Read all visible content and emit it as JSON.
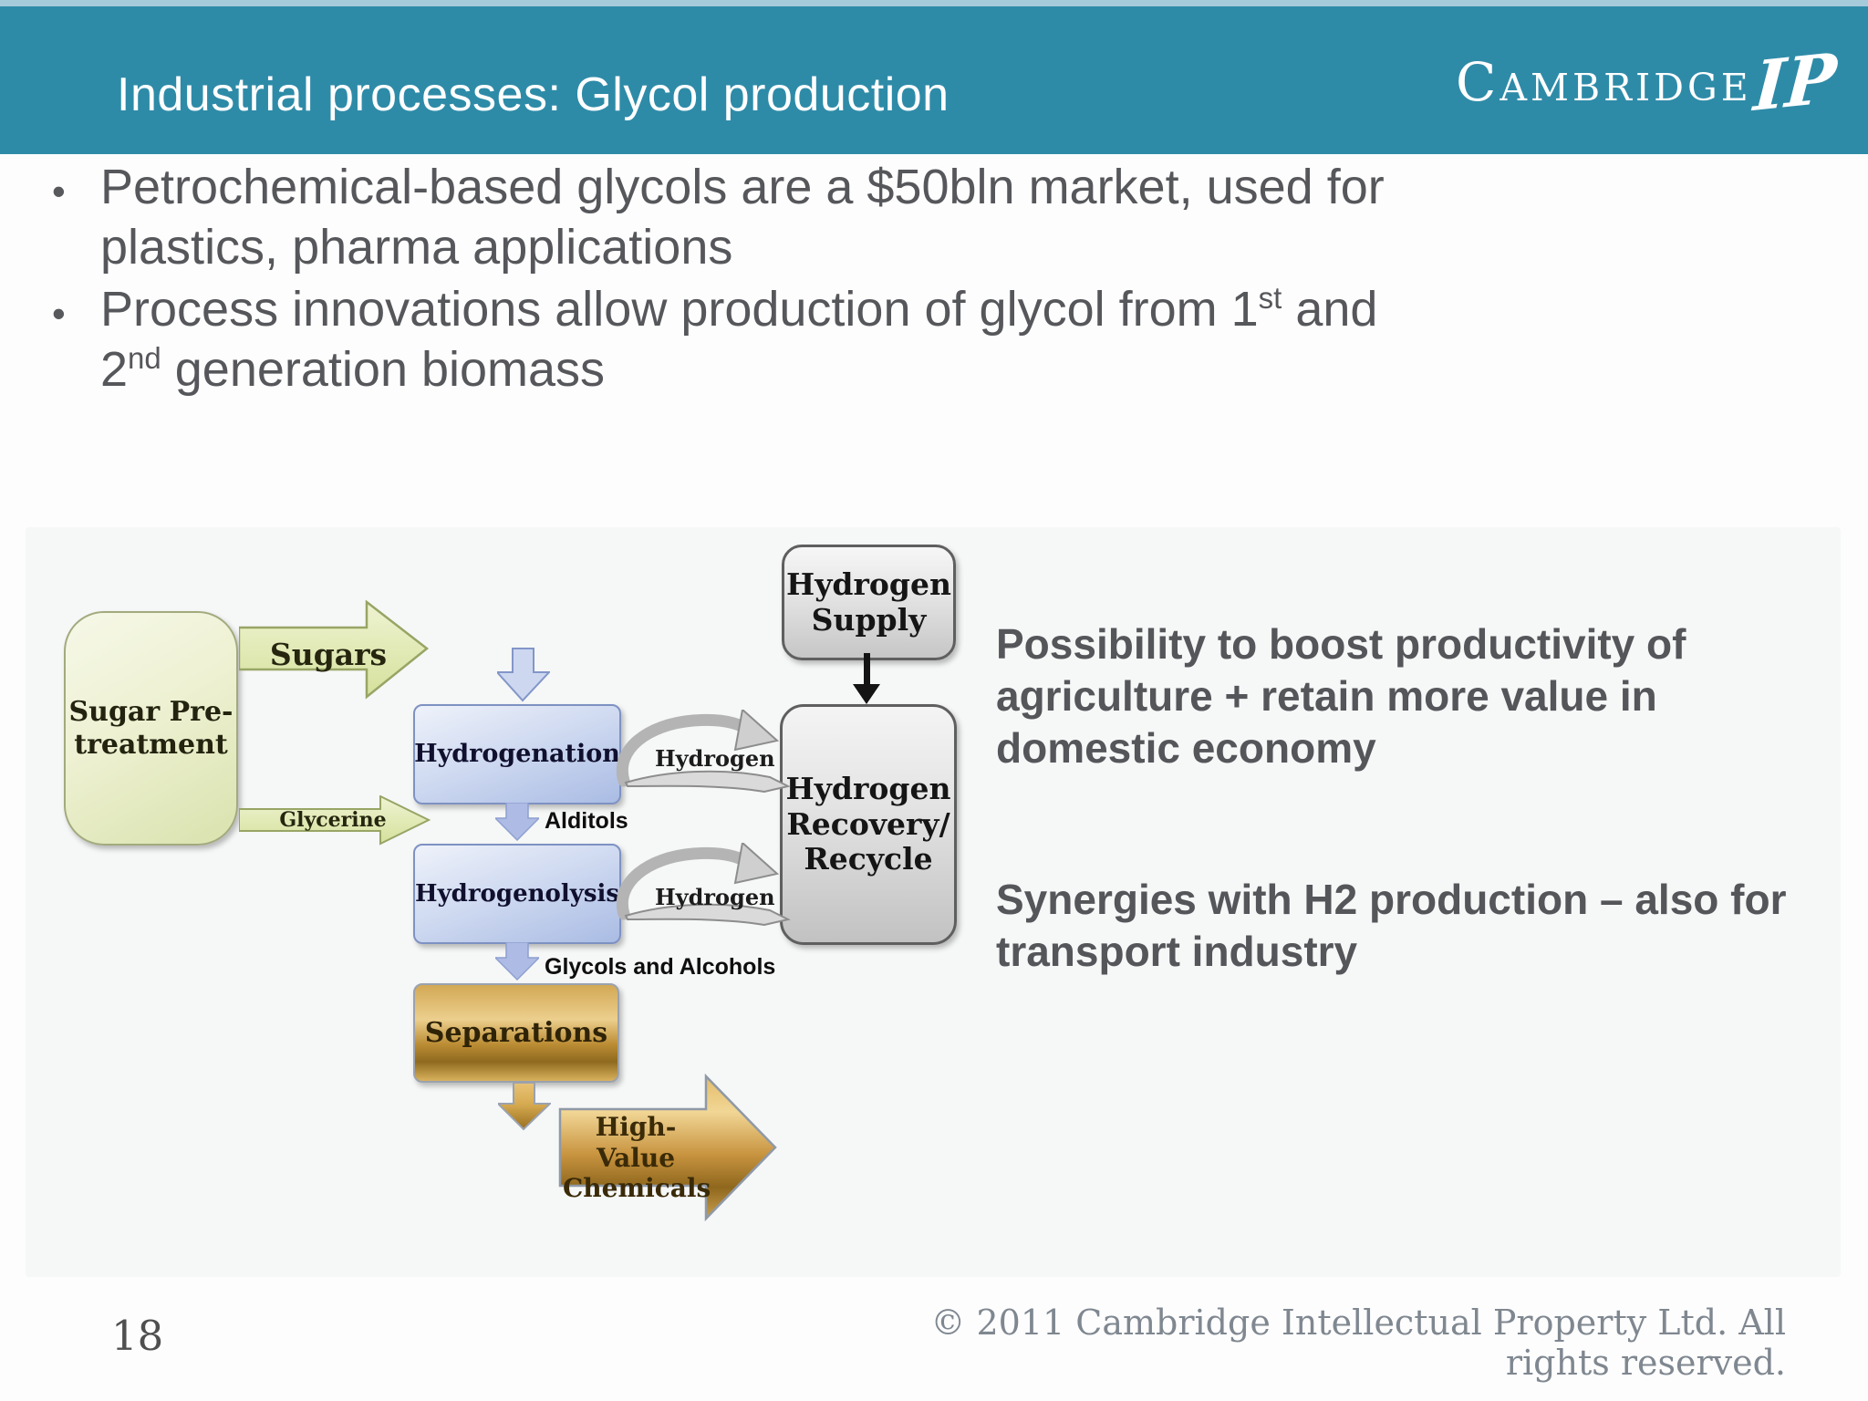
{
  "header": {
    "title": "Industrial processes: Glycol production",
    "logo": {
      "word": "Cambridge",
      "suffix": "IP"
    }
  },
  "bullets": {
    "marker": "•",
    "b1": {
      "line1": "Petrochemical-based glycols are a $50bln market, used for",
      "line2": "plastics, pharma applications"
    },
    "b2": {
      "l1a": "Process innovations allow production of glycol from 1",
      "l1sup": "st",
      "l1b": " and",
      "l2a": "2",
      "l2sup": "nd",
      "l2b": " generation biomass"
    }
  },
  "diagram": {
    "boxes": {
      "sugar_pretreatment": {
        "line1": "Sugar Pre-",
        "line2": "treatment"
      },
      "hydrogenation": "Hydrogenation",
      "hydrogenolysis": "Hydrogenolysis",
      "separations": "Separations",
      "hydrogen_supply": {
        "line1": "Hydrogen",
        "line2": "Supply"
      },
      "hydrogen_recovery": {
        "line1": "Hydrogen",
        "line2": "Recovery/",
        "line3": "Recycle"
      }
    },
    "labels": {
      "sugars": "Sugars",
      "glycerine": "Glycerine",
      "alditols": "Alditols",
      "glycols_alcohols": "Glycols and Alcohols",
      "hydrogen_top": "Hydrogen",
      "hydrogen_bottom": "Hydrogen",
      "high_value_line1": "High-Value",
      "high_value_line2": "Chemicals"
    }
  },
  "annotations": {
    "a1": {
      "lines": [
        "Possibility to boost productivity of",
        "agriculture + retain more value in",
        "domestic economy"
      ]
    },
    "a2": {
      "lines": [
        "Synergies with H2 production – also for",
        "transport industry"
      ]
    }
  },
  "footer": {
    "page_number": "18",
    "copyright": "© 2011 Cambridge Intellectual Property Ltd. All rights reserved."
  },
  "colors": {
    "header_teal": "#2e8ba8",
    "top_strip_blue": "#a5cad9",
    "body_text_gray": "#56575b",
    "green_box_fill": "#e8eec9",
    "blue_box_fill": "#c4d1ee",
    "gray_box_fill": "#dcdcdc",
    "gold_fill": "#c79b48",
    "footer_gray": "#7f8790"
  }
}
